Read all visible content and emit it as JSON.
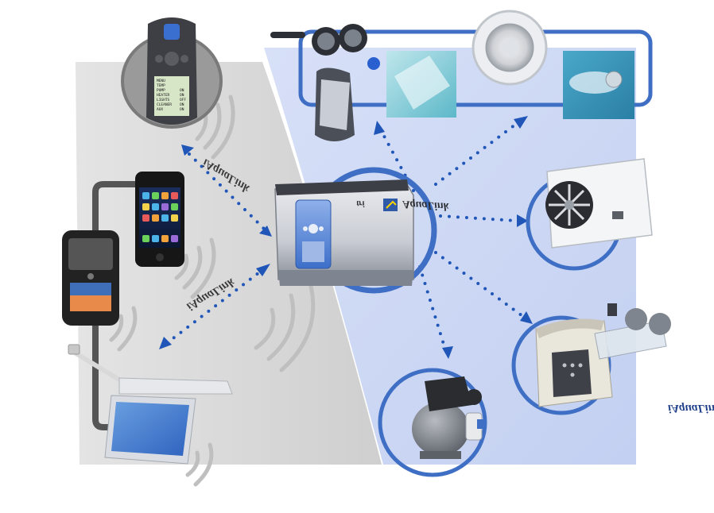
{
  "brand": {
    "aqualink_text": "iAquaLink",
    "hub_text": "AquaLink",
    "hub_tri": "tri",
    "accent_blue": "#3f6fc4",
    "zone_blue": "#cbd7f4",
    "zone_grey": "#d6d6d6"
  },
  "remote": {
    "menu_lines": [
      "MENU",
      "TEMP",
      "PUMP",
      "HEATER",
      "LIGHTS",
      "CLEANER",
      "AUX"
    ],
    "status_values": [
      "",
      "",
      "ON",
      "ON",
      "OFF",
      "ON",
      "ON"
    ]
  },
  "icons": [
    "remote-icon",
    "smartphone-icon",
    "blackberry-icon",
    "laptop-icon",
    "ethernet-plug-icon",
    "robot-cleaner-icon",
    "pool-light-icon",
    "heat-pump-icon",
    "chlorinator-icon",
    "sand-filter-icon",
    "control-hub-icon",
    "wifi-waves-icon"
  ]
}
